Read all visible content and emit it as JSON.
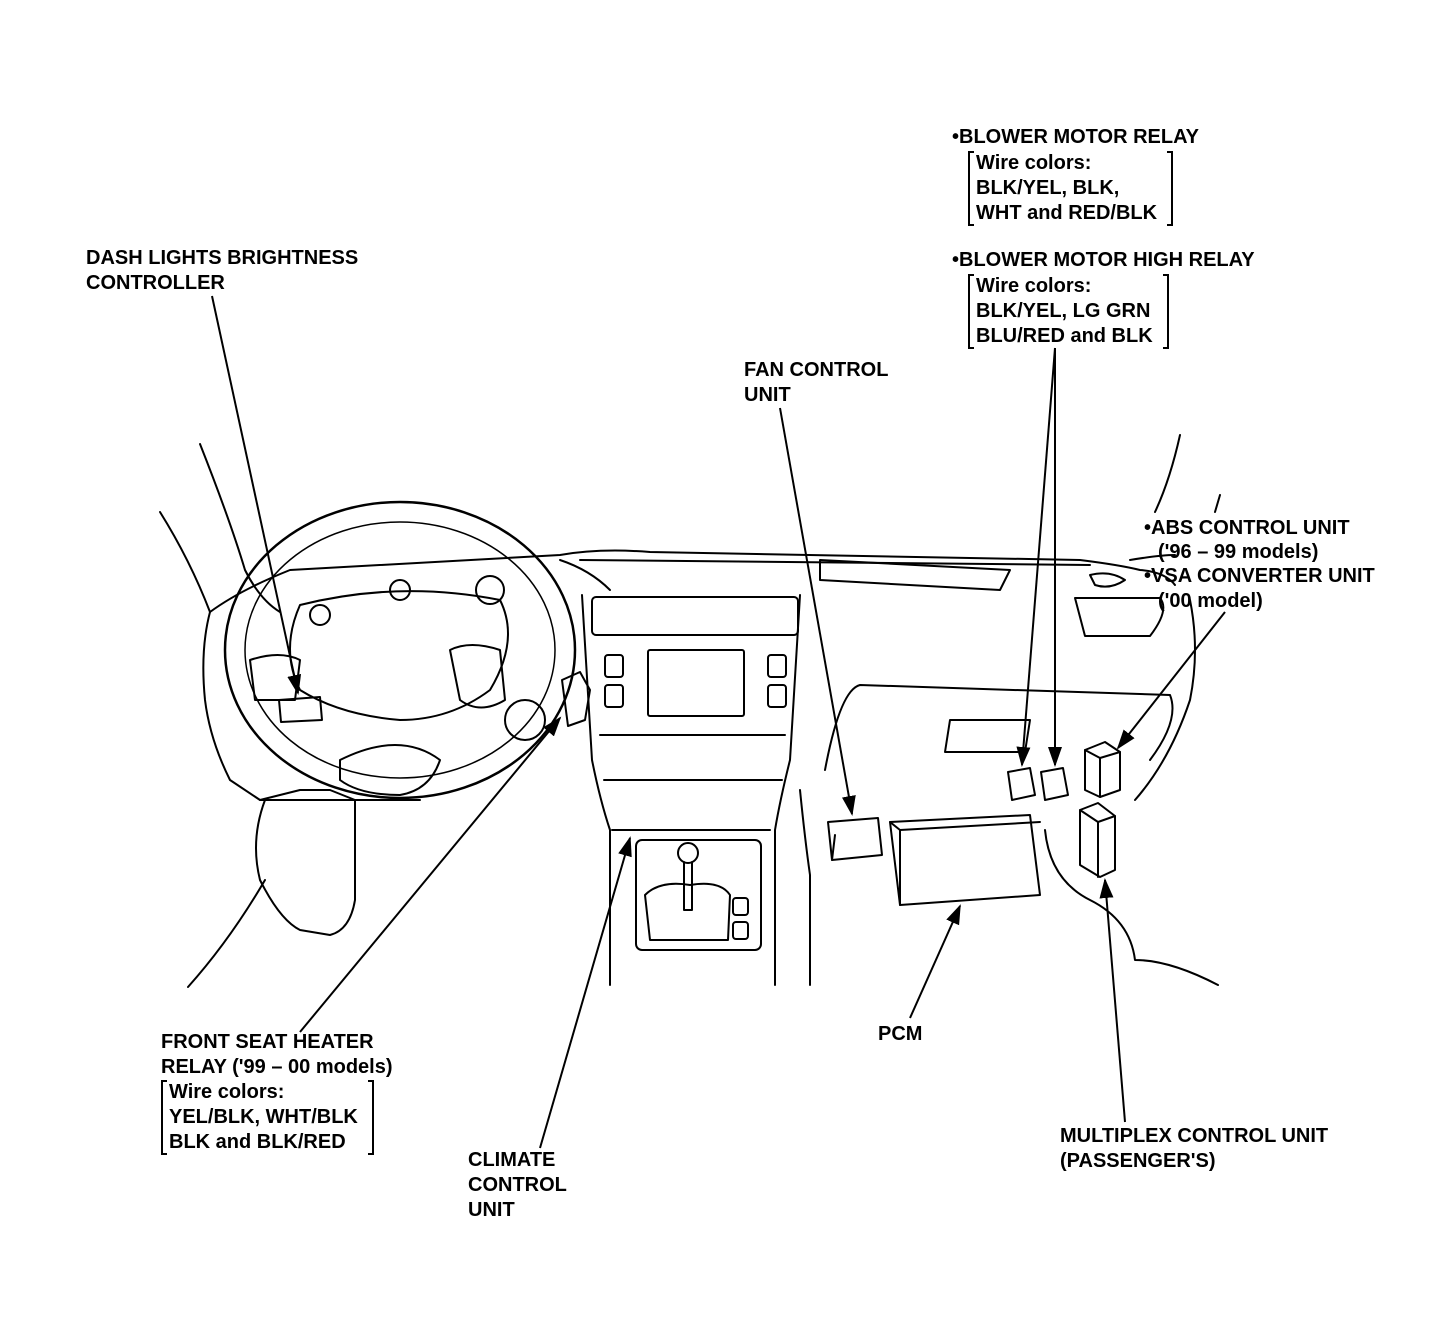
{
  "labels": {
    "dash_lights": [
      "DASH LIGHTS BRIGHTNESS",
      "CONTROLLER"
    ],
    "fan_control": [
      "FAN CONTROL",
      "UNIT"
    ],
    "blower_motor_relay": "BLOWER MOTOR RELAY",
    "blower_motor_relay_wires": [
      "Wire colors:",
      "BLK/YEL, BLK,",
      "WHT and RED/BLK"
    ],
    "blower_motor_high_relay": "BLOWER MOTOR HIGH RELAY",
    "blower_motor_high_relay_wires": [
      "Wire colors:",
      "BLK/YEL, LG GRN",
      "BLU/RED and BLK"
    ],
    "abs_control": "ABS CONTROL UNIT",
    "abs_models": "('96 – 99 models)",
    "vsa_converter": "VSA CONVERTER UNIT",
    "vsa_models": "('00 model)",
    "front_seat_heater": [
      "FRONT SEAT HEATER",
      "RELAY ('99 – 00 models)"
    ],
    "front_seat_heater_wires": [
      "Wire colors:",
      "YEL/BLK, WHT/BLK",
      "BLK and BLK/RED"
    ],
    "climate_control": [
      "CLIMATE",
      "CONTROL",
      "UNIT"
    ],
    "pcm": "PCM",
    "multiplex": [
      "MULTIPLEX CONTROL UNIT",
      "(PASSENGER'S)"
    ]
  }
}
